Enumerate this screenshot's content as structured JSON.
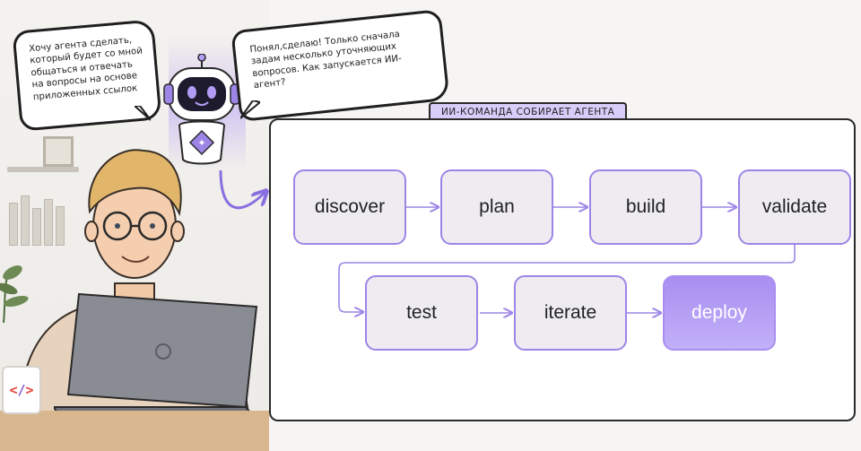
{
  "bubbles": {
    "user": "Хочу агента сделать, который будет со мной общаться и отвечать на вопросы на основе приложенных ссылок",
    "bot": "Понял,сделаю! Только сначала задам несколько уточняющих вопросов. Как запускается ИИ-агент?"
  },
  "panel": {
    "tag": "ИИ-КОМАНДА СОБИРАЕТ АГЕНТА"
  },
  "steps": [
    {
      "label": "discover"
    },
    {
      "label": "plan"
    },
    {
      "label": "build"
    },
    {
      "label": "validate"
    },
    {
      "label": "test"
    },
    {
      "label": "iterate"
    },
    {
      "label": "deploy"
    }
  ],
  "mug": {
    "code_icon": "code-brackets-icon"
  },
  "colors": {
    "accent": "#9c85e6",
    "node_fill": "#eeecf1",
    "final_fill": "#b39cf4",
    "tag_fill": "#d8ccf9"
  }
}
